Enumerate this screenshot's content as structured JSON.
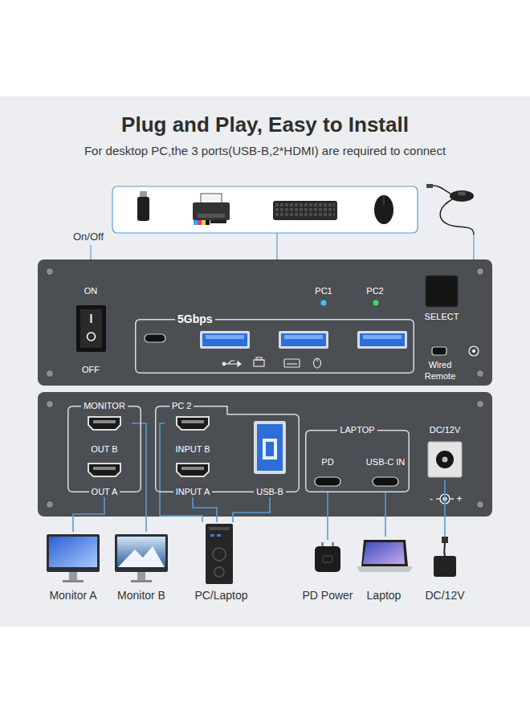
{
  "diagram": {
    "title": "Plug and Play, Easy to Install",
    "nodes": [
      {
        "text": [
          "ON",
          "OFF"
        ]
      },
      {
        "text": [
          "5Gbps"
        ]
      },
      {
        "text": [
          "SELECT"
        ]
      },
      {
        "text": [
          "Wired Remote"
        ]
      },
      {
        "text": [
          "MONITOR"
        ]
      },
      {
        "text": [
          "OUT B"
        ],
        "in": 4
      },
      {
        "text": [
          "OUT A"
        ],
        "in": 4
      },
      {
        "text": [
          "PC 2"
        ]
      },
      {
        "text": [
          "INPUT B"
        ],
        "in": 7
      },
      {
        "text": [
          "INPUT A"
        ],
        "in": 7
      },
      {
        "text": [
          "USB-B"
        ],
        "in": 7
      },
      {
        "text": [
          "LAPTOP"
        ]
      },
      {
        "text": [
          "PD"
        ],
        "in": 11
      },
      {
        "text": [
          "USB-C IN"
        ],
        "in": 11
      },
      {
        "text": [
          "DC/12V"
        ]
      },
      {
        "text": [
          "Monitor A"
        ]
      },
      {
        "text": [
          "Monitor B"
        ]
      },
      {
        "text": [
          "PC/Laptop"
        ]
      },
      {
        "text": [
          "PD Power"
        ]
      },
      {
        "text": [
          "Laptop"
        ]
      },
      {
        "text": [
          "DC/12V"
        ]
      }
    ],
    "edges": [
      {
        "from": 6,
        "to": 15,
        "arrow": "none"
      },
      {
        "from": 5,
        "to": 16,
        "arrow": "none"
      },
      {
        "from": 8,
        "to": 17,
        "arrow": "none"
      },
      {
        "from": 9,
        "to": 17,
        "arrow": "none"
      },
      {
        "from": 10,
        "to": 17,
        "arrow": "none"
      },
      {
        "from": 12,
        "to": 18,
        "arrow": "none"
      },
      {
        "from": 13,
        "to": 19,
        "arrow": "none"
      },
      {
        "from": 14,
        "to": 20,
        "arrow": "none"
      }
    ],
    "labels": [
      "For desktop PC,the 3 ports(USB-B,2*HDMI) are required to connect",
      "On/Off",
      "PC1",
      "PC2",
      "-",
      "+"
    ]
  }
}
